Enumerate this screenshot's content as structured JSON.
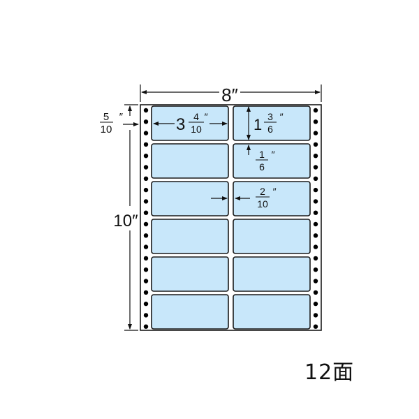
{
  "sheet": {
    "width_label": "8″",
    "height_label": "10″",
    "top_margin": {
      "num": "5",
      "den": "10",
      "unit": "″"
    },
    "colors": {
      "label_fill": "#c8e7fa",
      "stroke": "#1a1a1a",
      "hole": "#000000",
      "sheet_fill": "#ffffff"
    },
    "columns": 2,
    "rows": 6
  },
  "dimensions": {
    "label_width": {
      "whole": "3",
      "num": "4",
      "den": "10",
      "unit": "″"
    },
    "label_height": {
      "whole": "1",
      "num": "3",
      "den": "6",
      "unit": "″"
    },
    "row_gap": {
      "num": "1",
      "den": "6",
      "unit": "″"
    },
    "column_gap": {
      "num": "2",
      "den": "10",
      "unit": "″"
    }
  },
  "face_count": "12面"
}
